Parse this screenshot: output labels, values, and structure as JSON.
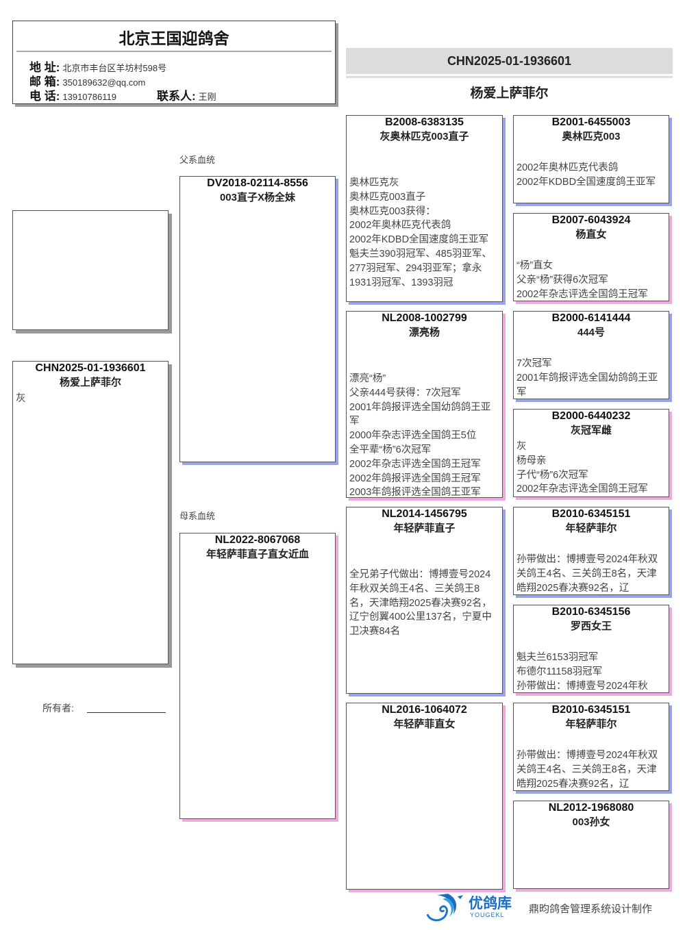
{
  "header": {
    "loft_name": "北京王国迎鸽舍",
    "address_label": "地 址:",
    "address": "北京市丰台区羊坊村598号",
    "email_label": "邮 箱:",
    "email": "350189632@qq.com",
    "phone_label": "电 话:",
    "phone": "13910786119",
    "contact_label": "联系人:",
    "contact": "王刚"
  },
  "subject": {
    "ring": "CHN2025-01-1936601",
    "name": "杨爱上萨菲尔",
    "color": "灰"
  },
  "labels": {
    "sire_line": "父系血统",
    "dam_line": "母系血统",
    "owner": "所有者:"
  },
  "colors": {
    "male_shadow": "#98a3e8",
    "female_shadow": "#eeaadf"
  },
  "sire": {
    "ring": "DV2018-02114-8556",
    "name": "003直子X杨全妹"
  },
  "dam": {
    "ring": "NL2022-8067068",
    "name": "年轻萨菲直子直女近血"
  },
  "gen3": [
    {
      "ring": "B2008-6383135",
      "name": "灰奥林匹克003直子",
      "notes": "奥林匹克灰\n奥林匹克003直子\n奥林匹克003获得：\n2002年奥林匹克代表鸽\n2002年KDBD全国速度鸽王亚军\n魁夫兰390羽冠军、485羽亚军、277羽冠军、294羽亚军；拿永1931羽冠军、1393羽冠"
    },
    {
      "ring": "NL2008-1002799",
      "name": "漂亮杨",
      "notes": "漂亮“杨”\n父亲444号获得：7次冠军\n2001年鸽报评选全国幼鸽鸽王亚军\n2000年杂志评选全国鸽王5位\n全平辈“杨”6次冠军\n2002年杂志评选全国鸽王冠军\n2002年鸽报评选全国鸽王冠军\n2003年鸽报评选全国鸽王亚军"
    },
    {
      "ring": "NL2014-1456795",
      "name": "年轻萨菲直子",
      "notes": "全兄弟子代做出：博搏壹号2024年秋双关鸽王4名、三关鸽王8名，天津皓翔2025春决赛92名，辽宁创翼400公里137名，宁夏中卫决赛84名"
    },
    {
      "ring": "NL2016-1064072",
      "name": "年轻萨菲直女",
      "notes": ""
    }
  ],
  "gen4": [
    {
      "ring": "B2001-6455003",
      "name": "奥林匹克003",
      "notes": "2002年奥林匹克代表鸽\n2002年KDBD全国速度鸽王亚军"
    },
    {
      "ring": "B2007-6043924",
      "name": "杨直女",
      "notes": "“杨”直女\n父亲“杨”获得6次冠军\n2002年杂志评选全国鸽王冠军"
    },
    {
      "ring": "B2000-6141444",
      "name": "444号",
      "notes": "7次冠军\n2001年鸽报评选全国幼鸽鸽王亚军"
    },
    {
      "ring": "B2000-6440232",
      "name": "灰冠军雌",
      "notes": "灰\n杨母亲\n子代“杨”6次冠军\n2002年杂志评选全国鸽王冠军"
    },
    {
      "ring": "B2010-6345151",
      "name": "年轻萨菲尔",
      "notes": "孙带做出：博搏壹号2024年秋双关鸽王4名、三关鸽王8名，天津皓翔2025春决赛92名，辽"
    },
    {
      "ring": "B2010-6345156",
      "name": "罗西女王",
      "notes": "魁夫兰6153羽冠军\n布德尔11158羽冠军\n孙带做出：博搏壹号2024年秋"
    },
    {
      "ring": "B2010-6345151",
      "name": "年轻萨菲尔",
      "notes": "孙带做出：博搏壹号2024年秋双关鸽王4名、三关鸽王8名，天津皓翔2025春决赛92名，辽"
    },
    {
      "ring": "NL2012-1968080",
      "name": "003孙女",
      "notes": ""
    }
  ],
  "footer": {
    "brand": "优鸽库",
    "brand_en": "YOUGEKL",
    "credit": "鼎昀鸽舍管理系统设计制作"
  }
}
